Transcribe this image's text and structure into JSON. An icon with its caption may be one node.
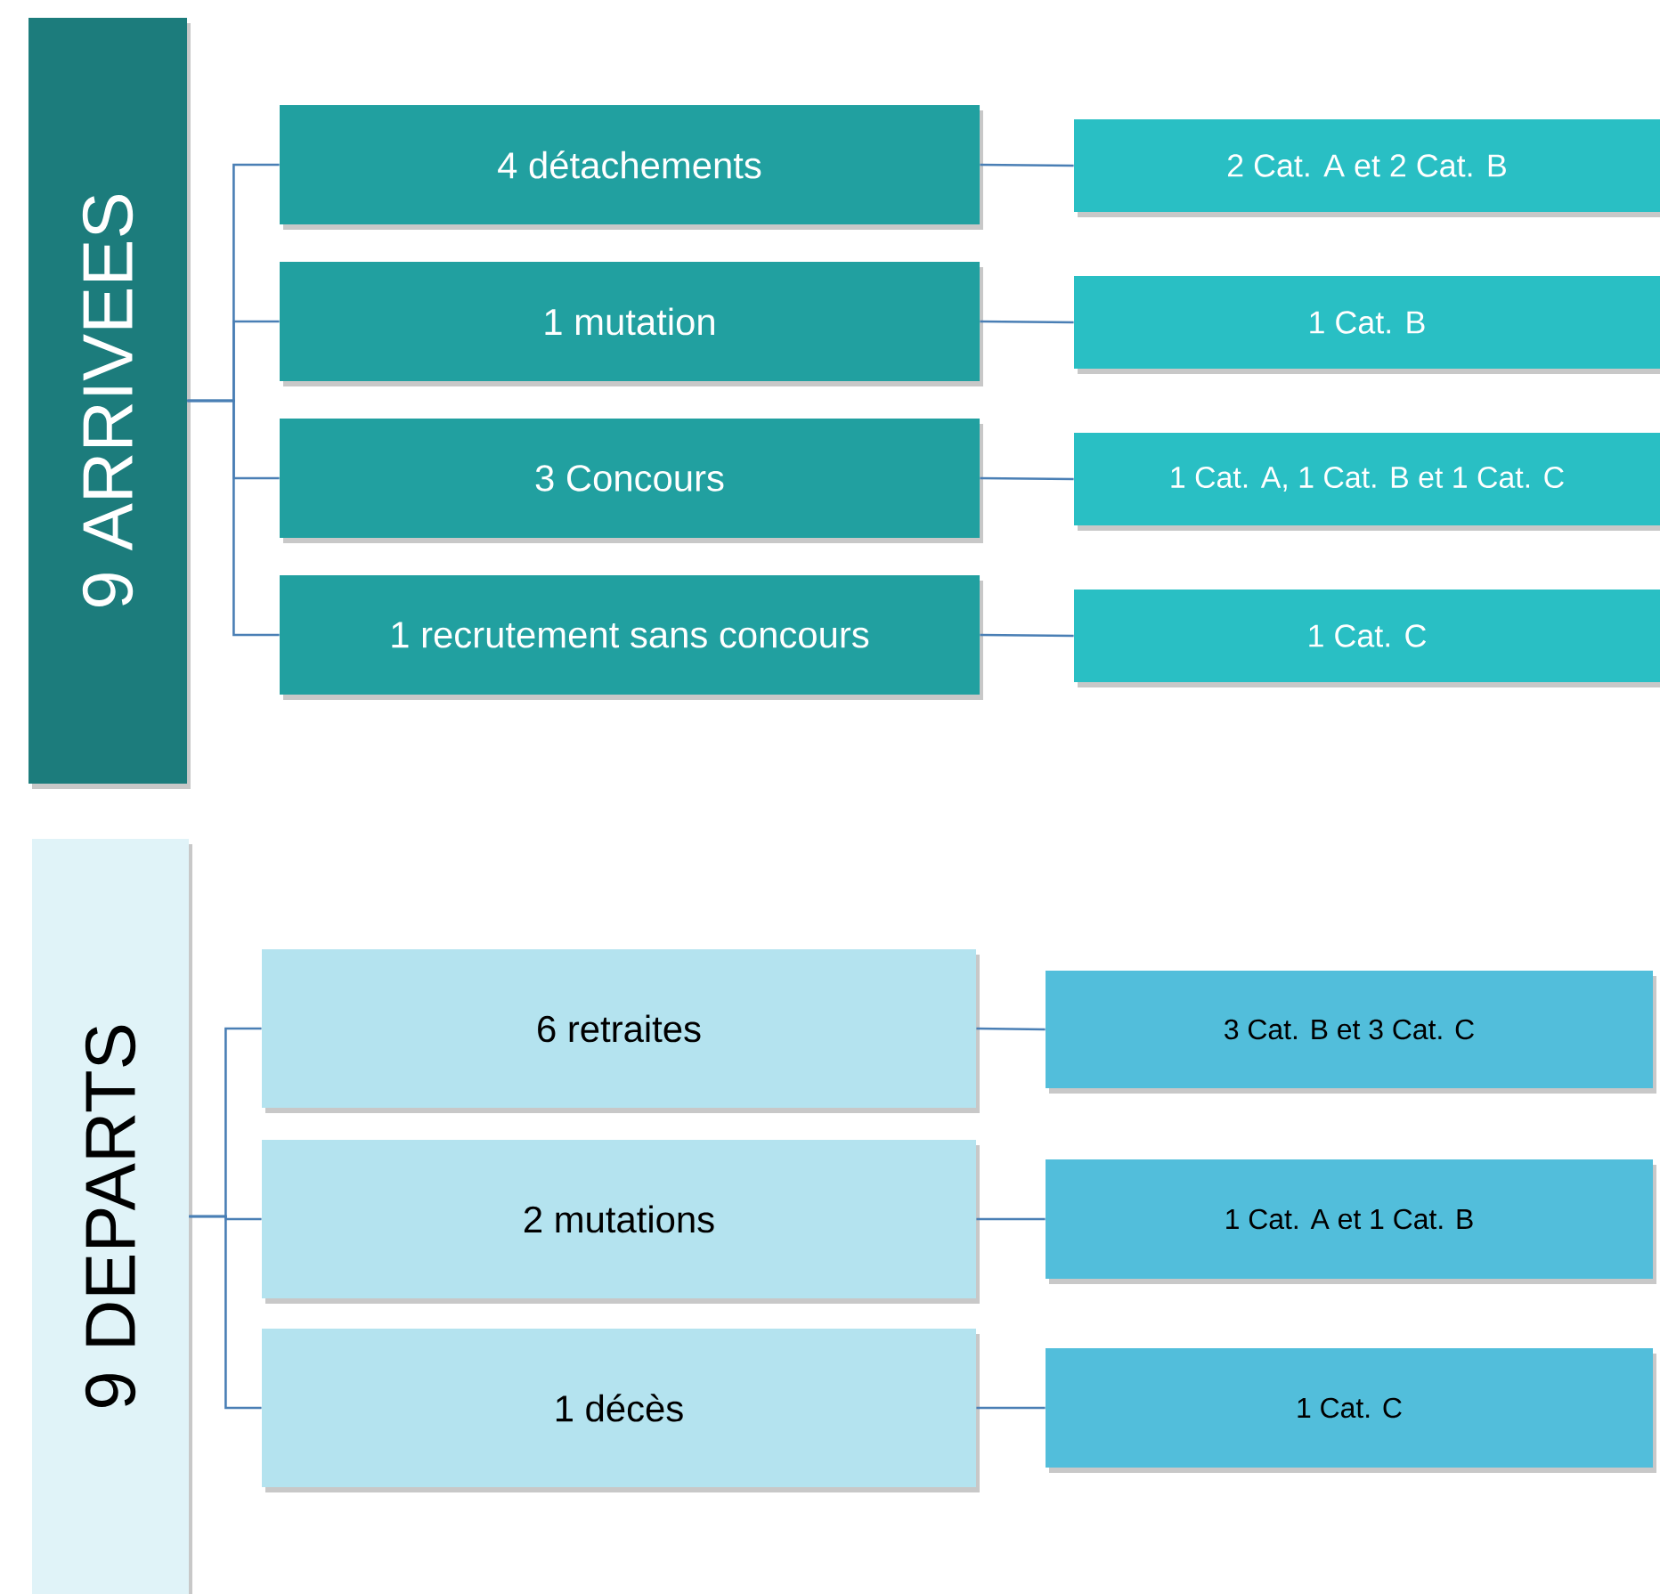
{
  "diagram": {
    "nodes": [
      {
        "text": [
          "9 ARRIVEES"
        ]
      },
      {
        "text": [
          "4 détachements"
        ]
      },
      {
        "text": [
          "1 mutation"
        ]
      },
      {
        "text": [
          "3 Concours"
        ]
      },
      {
        "text": [
          "1 recrutement sans concours"
        ]
      },
      {
        "text": [
          "2 Cat. A et 2 Cat. B"
        ]
      },
      {
        "text": [
          "1 Cat. B"
        ]
      },
      {
        "text": [
          "1 Cat. A, 1 Cat. B et 1 Cat. C"
        ]
      },
      {
        "text": [
          "1 Cat. C"
        ]
      },
      {
        "text": [
          "9 DEPARTS"
        ]
      },
      {
        "text": [
          "6 retraites"
        ]
      },
      {
        "text": [
          "2 mutations"
        ]
      },
      {
        "text": [
          "1 décès"
        ]
      },
      {
        "text": [
          "3 Cat. B et 3 Cat. C"
        ]
      },
      {
        "text": [
          "1 Cat. A et 1 Cat. B"
        ]
      },
      {
        "text": [
          "1 Cat. C"
        ]
      }
    ],
    "edges": [
      {
        "from": 0,
        "to": 1,
        "arrow": "none"
      },
      {
        "from": 0,
        "to": 2,
        "arrow": "none"
      },
      {
        "from": 0,
        "to": 3,
        "arrow": "none"
      },
      {
        "from": 0,
        "to": 4,
        "arrow": "none"
      },
      {
        "from": 1,
        "to": 5,
        "arrow": "none"
      },
      {
        "from": 2,
        "to": 6,
        "arrow": "none"
      },
      {
        "from": 3,
        "to": 7,
        "arrow": "none"
      },
      {
        "from": 4,
        "to": 8,
        "arrow": "none"
      },
      {
        "from": 9,
        "to": 10,
        "arrow": "none"
      },
      {
        "from": 9,
        "to": 11,
        "arrow": "none"
      },
      {
        "from": 9,
        "to": 12,
        "arrow": "none"
      },
      {
        "from": 10,
        "to": 13,
        "arrow": "none"
      },
      {
        "from": 11,
        "to": 14,
        "arrow": "none"
      },
      {
        "from": 12,
        "to": 15,
        "arrow": "none"
      }
    ]
  }
}
